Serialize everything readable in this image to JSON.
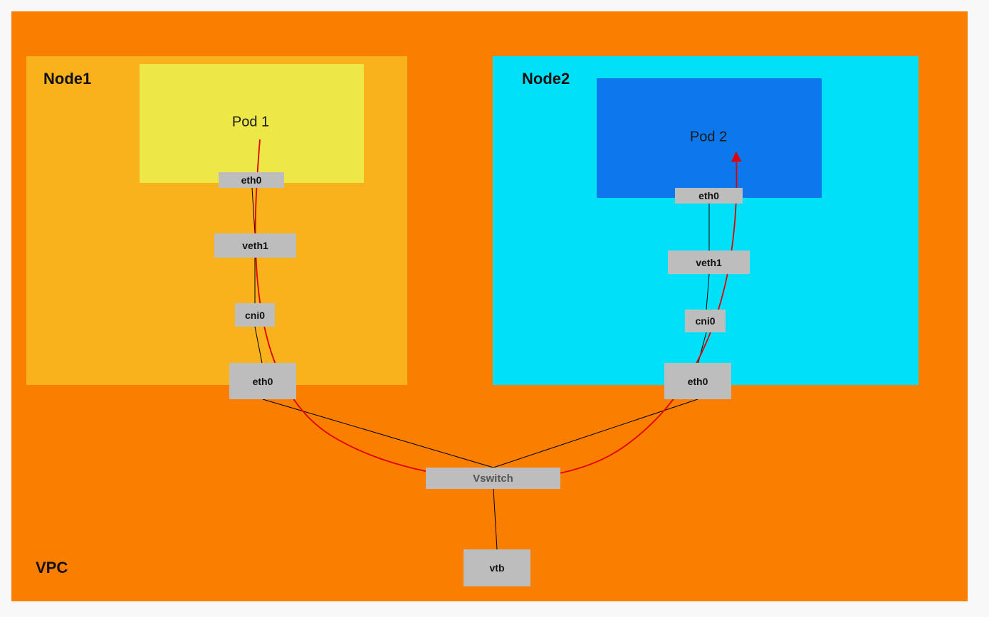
{
  "vpc": {
    "label": "VPC"
  },
  "node1": {
    "label": "Node1",
    "pod": {
      "label": "Pod 1"
    },
    "pod_iface": "eth0",
    "veth": "veth1",
    "bridge": "cni0",
    "host_iface": "eth0"
  },
  "node2": {
    "label": "Node2",
    "pod": {
      "label": "Pod 2"
    },
    "pod_iface": "eth0",
    "veth": "veth1",
    "bridge": "cni0",
    "host_iface": "eth0"
  },
  "vswitch": {
    "label": "Vswitch"
  },
  "vtb": {
    "label": "vtb"
  },
  "colors": {
    "vpc": "#fa7f00",
    "node1": "#f9b11c",
    "node2": "#00e0f8",
    "pod1": "#ede848",
    "pod2": "#0c78ec",
    "interface": "#bdbdbd",
    "traffic_path": "#ff0000"
  }
}
